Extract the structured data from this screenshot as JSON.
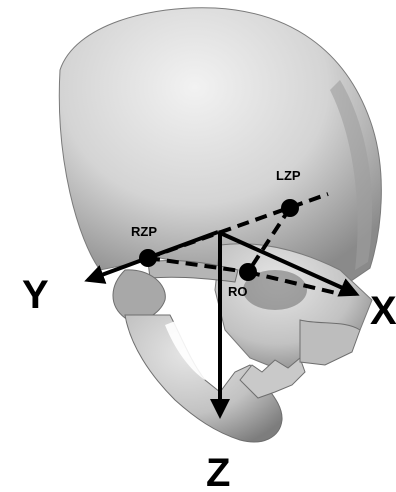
{
  "points": {
    "rzp": "RZP",
    "lzp": "LZP",
    "ro": "RO"
  },
  "axes": {
    "x": "X",
    "y": "Y",
    "z": "Z"
  },
  "colors": {
    "bone": "#d9d9d9",
    "bone_shadow": "#8f8f8f",
    "line": "#000000",
    "background": "#ffffff"
  }
}
